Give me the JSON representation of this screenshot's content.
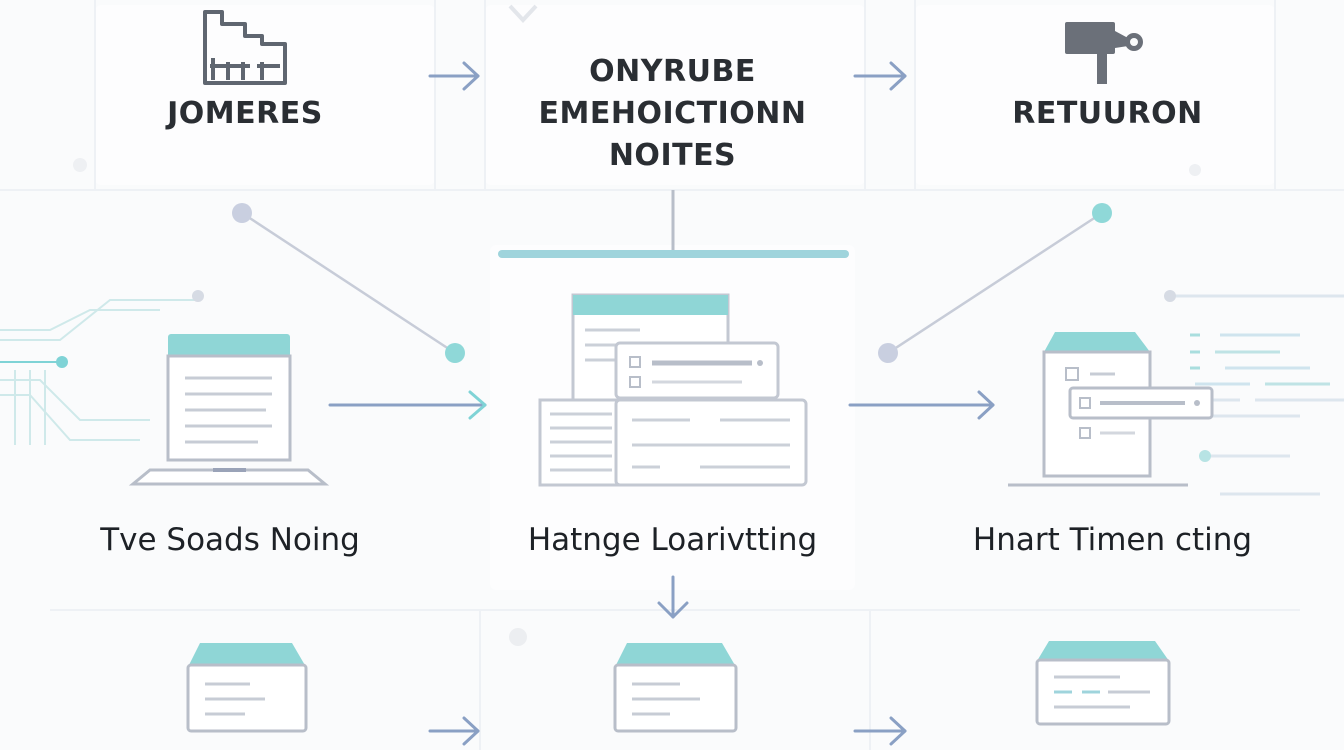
{
  "titles": {
    "left": "JOMERES",
    "center_line1": "ONYRUBE",
    "center_line2": "EMEHOICTIONN",
    "center_line3": "NOITES",
    "right": "RETUURON"
  },
  "captions": {
    "left": "Tve Soads Noing",
    "center": "Hatnge Loarivtting",
    "right": "Hnart Timen cting"
  },
  "icons": {
    "top_left": "building-icon",
    "top_right": "camera-icon",
    "mid_left": "laptop-icon",
    "mid_center": "stacked-windows-icon",
    "mid_right": "server-document-icon"
  },
  "colors": {
    "accent_teal": "#7fd3d6",
    "line_gray": "#9aa3b8",
    "arrow_blue": "#8aa0c4",
    "icon_stroke": "#b8bec9",
    "text_dark": "#2a2e33"
  }
}
